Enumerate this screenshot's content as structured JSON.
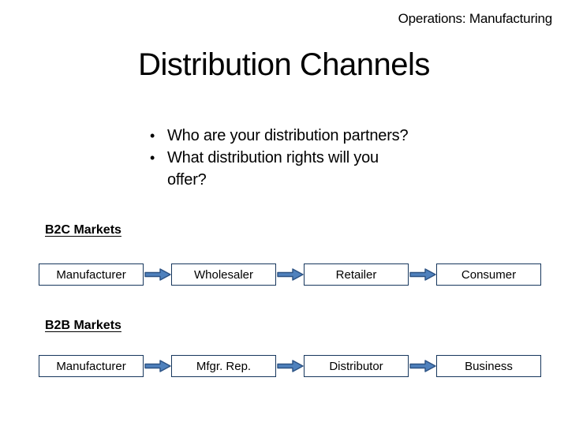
{
  "slide": {
    "header": "Operations: Manufacturing",
    "title": "Distribution Channels",
    "bullet_icon": "•",
    "bullets": [
      {
        "lines": [
          "Who are your distribution partners?"
        ]
      },
      {
        "lines": [
          "What distribution rights will you",
          "offer?"
        ]
      }
    ],
    "sections": [
      {
        "label": "B2C Markets",
        "chain": [
          "Manufacturer",
          "Wholesaler",
          "Retailer",
          "Consumer"
        ]
      },
      {
        "label": "B2B Markets",
        "chain": [
          "Manufacturer",
          "Mfgr. Rep.",
          "Distributor",
          "Business"
        ]
      }
    ],
    "colors": {
      "arrow_fill": "#4f81bd",
      "arrow_border": "#2c5283",
      "box_border": "#17375d",
      "text": "#000000",
      "background": "#ffffff"
    }
  }
}
